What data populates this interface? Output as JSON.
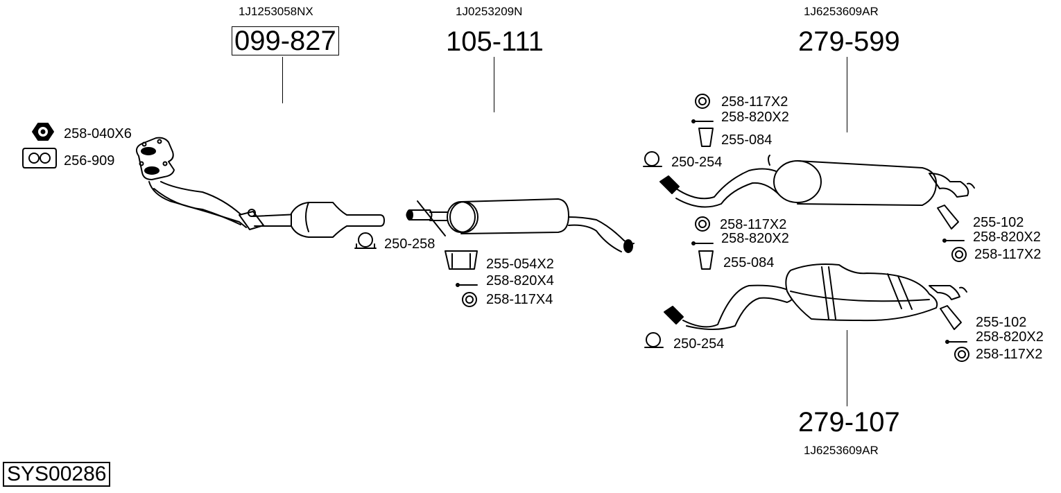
{
  "diagram": {
    "system_code": "SYS00286",
    "main_parts": [
      {
        "part_no": "099-827",
        "oem": "1J1253058NX",
        "boxed": true,
        "component": "front pipe with catalytic converter"
      },
      {
        "part_no": "105-111",
        "oem": "1J0253209N",
        "boxed": false,
        "component": "middle silencer"
      },
      {
        "part_no": "279-599",
        "oem": "1J6253609AR",
        "boxed": false,
        "component": "rear silencer (variant 1)"
      },
      {
        "part_no": "279-107",
        "oem": "1J6253609AR",
        "boxed": false,
        "component": "rear silencer (variant 2)"
      }
    ],
    "accessories": {
      "front": [
        {
          "label": "258-040X6",
          "icon": "nut-icon"
        },
        {
          "label": "256-909",
          "icon": "gasket-icon"
        }
      ],
      "front_clamp": {
        "label": "250-258",
        "icon": "clamp-icon"
      },
      "middle": [
        {
          "label": "255-054X2",
          "icon": "rubber-mount-icon"
        },
        {
          "label": "258-820X4",
          "icon": "bolt-icon"
        },
        {
          "label": "258-117X4",
          "icon": "washer-icon"
        }
      ],
      "rear1_left": [
        {
          "label": "258-117X2",
          "icon": "washer-icon"
        },
        {
          "label": "258-820X2",
          "icon": "bolt-icon"
        },
        {
          "label": "255-084",
          "icon": "hanger-icon"
        },
        {
          "label": "250-254",
          "icon": "clamp-icon"
        }
      ],
      "rear1_right": [
        {
          "label": "255-102",
          "icon": "bracket-icon"
        },
        {
          "label": "258-820X2",
          "icon": "bolt-icon"
        },
        {
          "label": "258-117X2",
          "icon": "washer-icon"
        }
      ],
      "rear2_left": [
        {
          "label": "258-117X2",
          "icon": "washer-icon"
        },
        {
          "label": "258-820X2",
          "icon": "bolt-icon"
        },
        {
          "label": "255-084",
          "icon": "hanger-icon"
        },
        {
          "label": "250-254",
          "icon": "clamp-icon"
        }
      ],
      "rear2_right": [
        {
          "label": "255-102",
          "icon": "bracket-icon"
        },
        {
          "label": "258-820X2",
          "icon": "bolt-icon"
        },
        {
          "label": "258-117X2",
          "icon": "washer-icon"
        }
      ]
    }
  }
}
